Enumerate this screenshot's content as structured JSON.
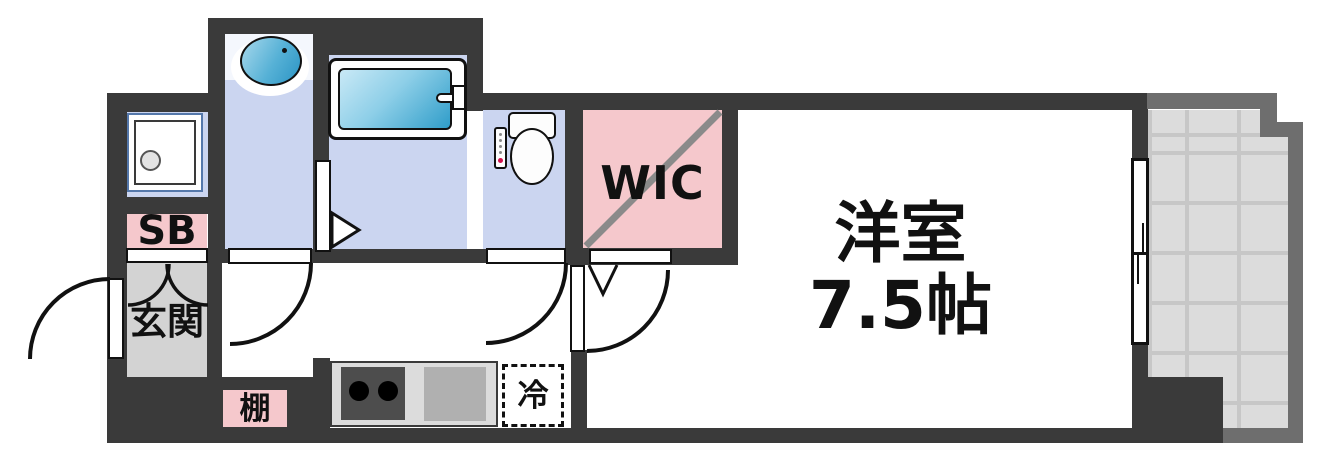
{
  "labels": {
    "main_room": {
      "line1": "洋室",
      "line2": "7.5帖"
    },
    "wic": "WIC",
    "entrance": "玄関",
    "shoe_box": "SB",
    "shelf": "棚",
    "refrigerator": "冷"
  },
  "colors": {
    "wall": "#3a3a3a",
    "balcony_wall": "#6e6e6e",
    "wet_area_floor": "#cbd5f0",
    "closet_pink": "#f5c8cc",
    "entrance_floor": "#d3d3d3",
    "balcony_floor": "#dcdcdc",
    "bathtub_blue": "#2f9dc9",
    "text": "#111111"
  }
}
